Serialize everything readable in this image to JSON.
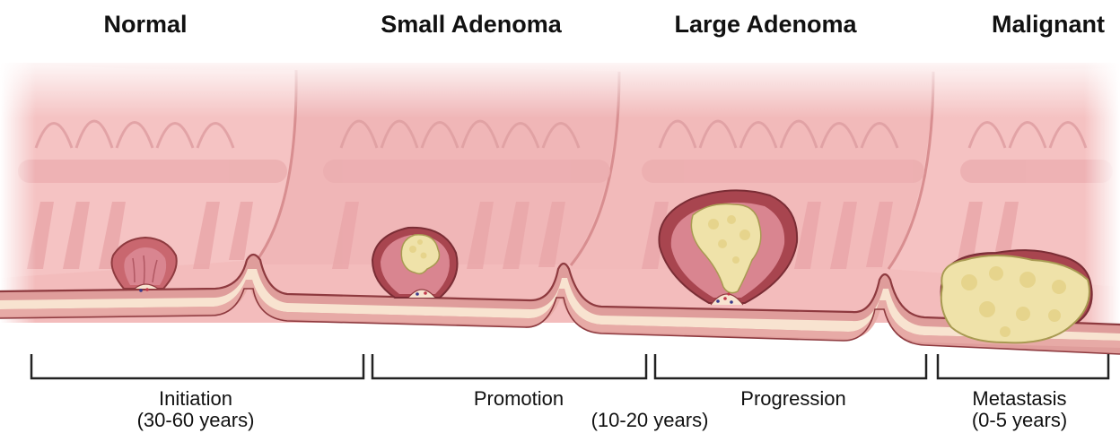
{
  "stages": [
    {
      "title": "Normal"
    },
    {
      "title": "Small Adenoma"
    },
    {
      "title": "Large Adenoma"
    },
    {
      "title": "Malignant"
    }
  ],
  "phases": {
    "initiation": {
      "label": "Initiation",
      "duration": "(30-60 years)"
    },
    "promotion": {
      "label": "Promotion"
    },
    "shared_duration": "(10-20 years)",
    "progression": {
      "label": "Progression"
    },
    "metastasis": {
      "label": "Metastasis",
      "duration": "(0-5 years)"
    }
  },
  "colors": {
    "mucosa": "#f2b9b9",
    "mucosa_dark": "#d98f92",
    "polyp": "#c9676f",
    "polyp_rim": "#a8454f",
    "tumor": "#efe2a9",
    "wall_outer": "#dd9a98",
    "wall_inner": "#f7e2cf"
  }
}
